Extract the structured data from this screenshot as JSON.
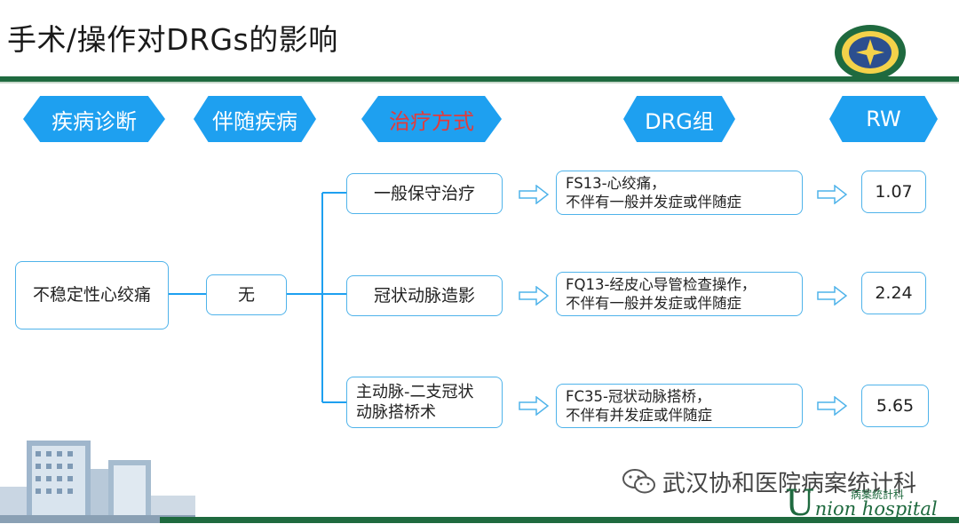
{
  "title": "手术/操作对DRGs的影响",
  "headers": {
    "diagnosis": "疾病诊断",
    "comorbidity": "伴随疾病",
    "treatment": "治疗方式",
    "drg": "DRG组",
    "rw": "RW"
  },
  "diagnosis": "不稳定性心绞痛",
  "comorbidity": "无",
  "rows": [
    {
      "treatment": "一般保守治疗",
      "drg_line1": "FS13-心绞痛，",
      "drg_line2": "不伴有一般并发症或伴随症",
      "rw": "1.07"
    },
    {
      "treatment": "冠状动脉造影",
      "drg_line1": "FQ13-经皮心导管检查操作，",
      "drg_line2": "不伴有一般并发症或伴随症",
      "rw": "2.24"
    },
    {
      "treatment_line1": "主动脉-二支冠状",
      "treatment_line2": "动脉搭桥术",
      "drg_line1": "FC35-冠状动脉搭桥，",
      "drg_line2": "不伴有并发症或伴随症",
      "rw": "5.65"
    }
  ],
  "watermark": "武汉协和医院病案统计科",
  "footer_logo": {
    "big_letter": "U",
    "rest": "nion hospital",
    "dept": "病案統計科"
  },
  "colors": {
    "accent": "#1ea0f0",
    "box_border": "#4fb3ea",
    "highlight_text": "#e23b3b",
    "brand_green": "#1f6a3f"
  }
}
